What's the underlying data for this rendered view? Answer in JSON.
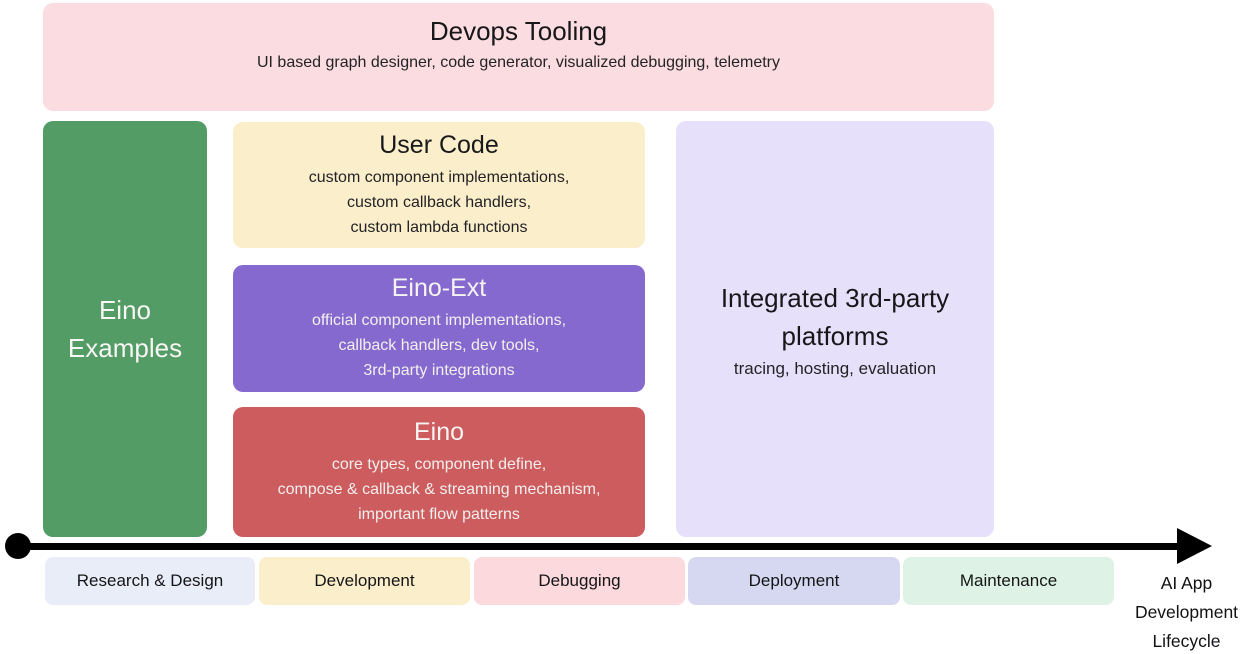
{
  "diagram": {
    "background_color": "#ffffff",
    "devops_tooling": {
      "title": "Devops Tooling",
      "subtitle": "UI based graph designer, code generator, visualized debugging, telemetry",
      "color": "#fbdce0"
    },
    "eino_examples": {
      "title": "Eino\nExamples",
      "color": "#549c66"
    },
    "user_code": {
      "title": "User Code",
      "details": "custom component implementations,\ncustom callback handlers,\ncustom lambda functions",
      "color": "#fbeecb"
    },
    "eino_ext": {
      "title": "Eino-Ext",
      "details": "official component implementations,\ncallback handlers, dev tools,\n3rd-party integrations",
      "color": "#8669ce"
    },
    "eino_core": {
      "title": "Eino",
      "details": "core types, component define,\ncompose & callback & streaming mechanism,\nimportant flow patterns",
      "color": "#cd5c5e"
    },
    "third_party_platforms": {
      "title": "Integrated 3rd-party\nplatforms",
      "subtitle": "tracing, hosting, evaluation",
      "color": "#e7e0fa"
    },
    "lifecycle_axis": {
      "axis_color": "#000000",
      "phases": [
        {
          "label": "Research & Design",
          "color": "#e9edf8"
        },
        {
          "label": "Development",
          "color": "#fbeecb"
        },
        {
          "label": "Debugging",
          "color": "#fbd9dd"
        },
        {
          "label": "Deployment",
          "color": "#d5d8f0"
        },
        {
          "label": "Maintenance",
          "color": "#def3e5"
        }
      ],
      "axis_label": "AI App\nDevelopment\nLifecycle"
    }
  }
}
